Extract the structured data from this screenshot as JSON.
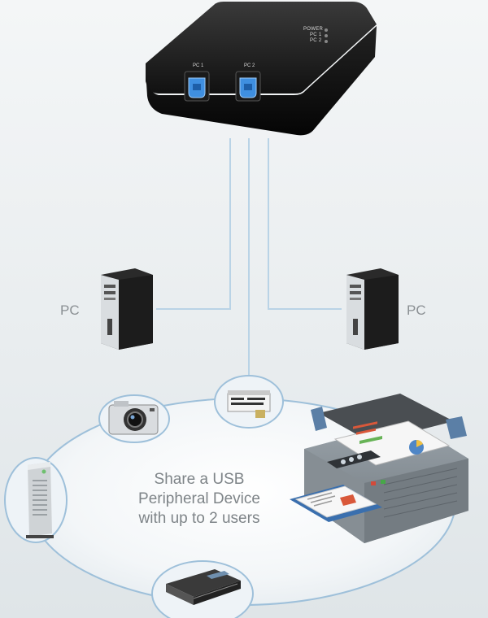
{
  "device": {
    "status_labels": [
      "POWER",
      "PC 1",
      "PC 2"
    ],
    "port_labels": [
      "PC 1",
      "PC 2"
    ]
  },
  "pcs": {
    "left_label": "PC",
    "right_label": "PC"
  },
  "center_text": {
    "line1": "Share a USB",
    "line2": "Peripheral Device",
    "line3": "with up to 2 users"
  },
  "colors": {
    "accent_blue": "#3f8fe0",
    "cable": "#b9d3e6",
    "ellipse_stroke": "#9ec0da"
  },
  "icons": [
    "usb-switch-icon",
    "pc-tower-icon",
    "card-reader-icon",
    "camera-icon",
    "external-drive-icon",
    "scanner-icon",
    "multifunction-printer-icon"
  ]
}
